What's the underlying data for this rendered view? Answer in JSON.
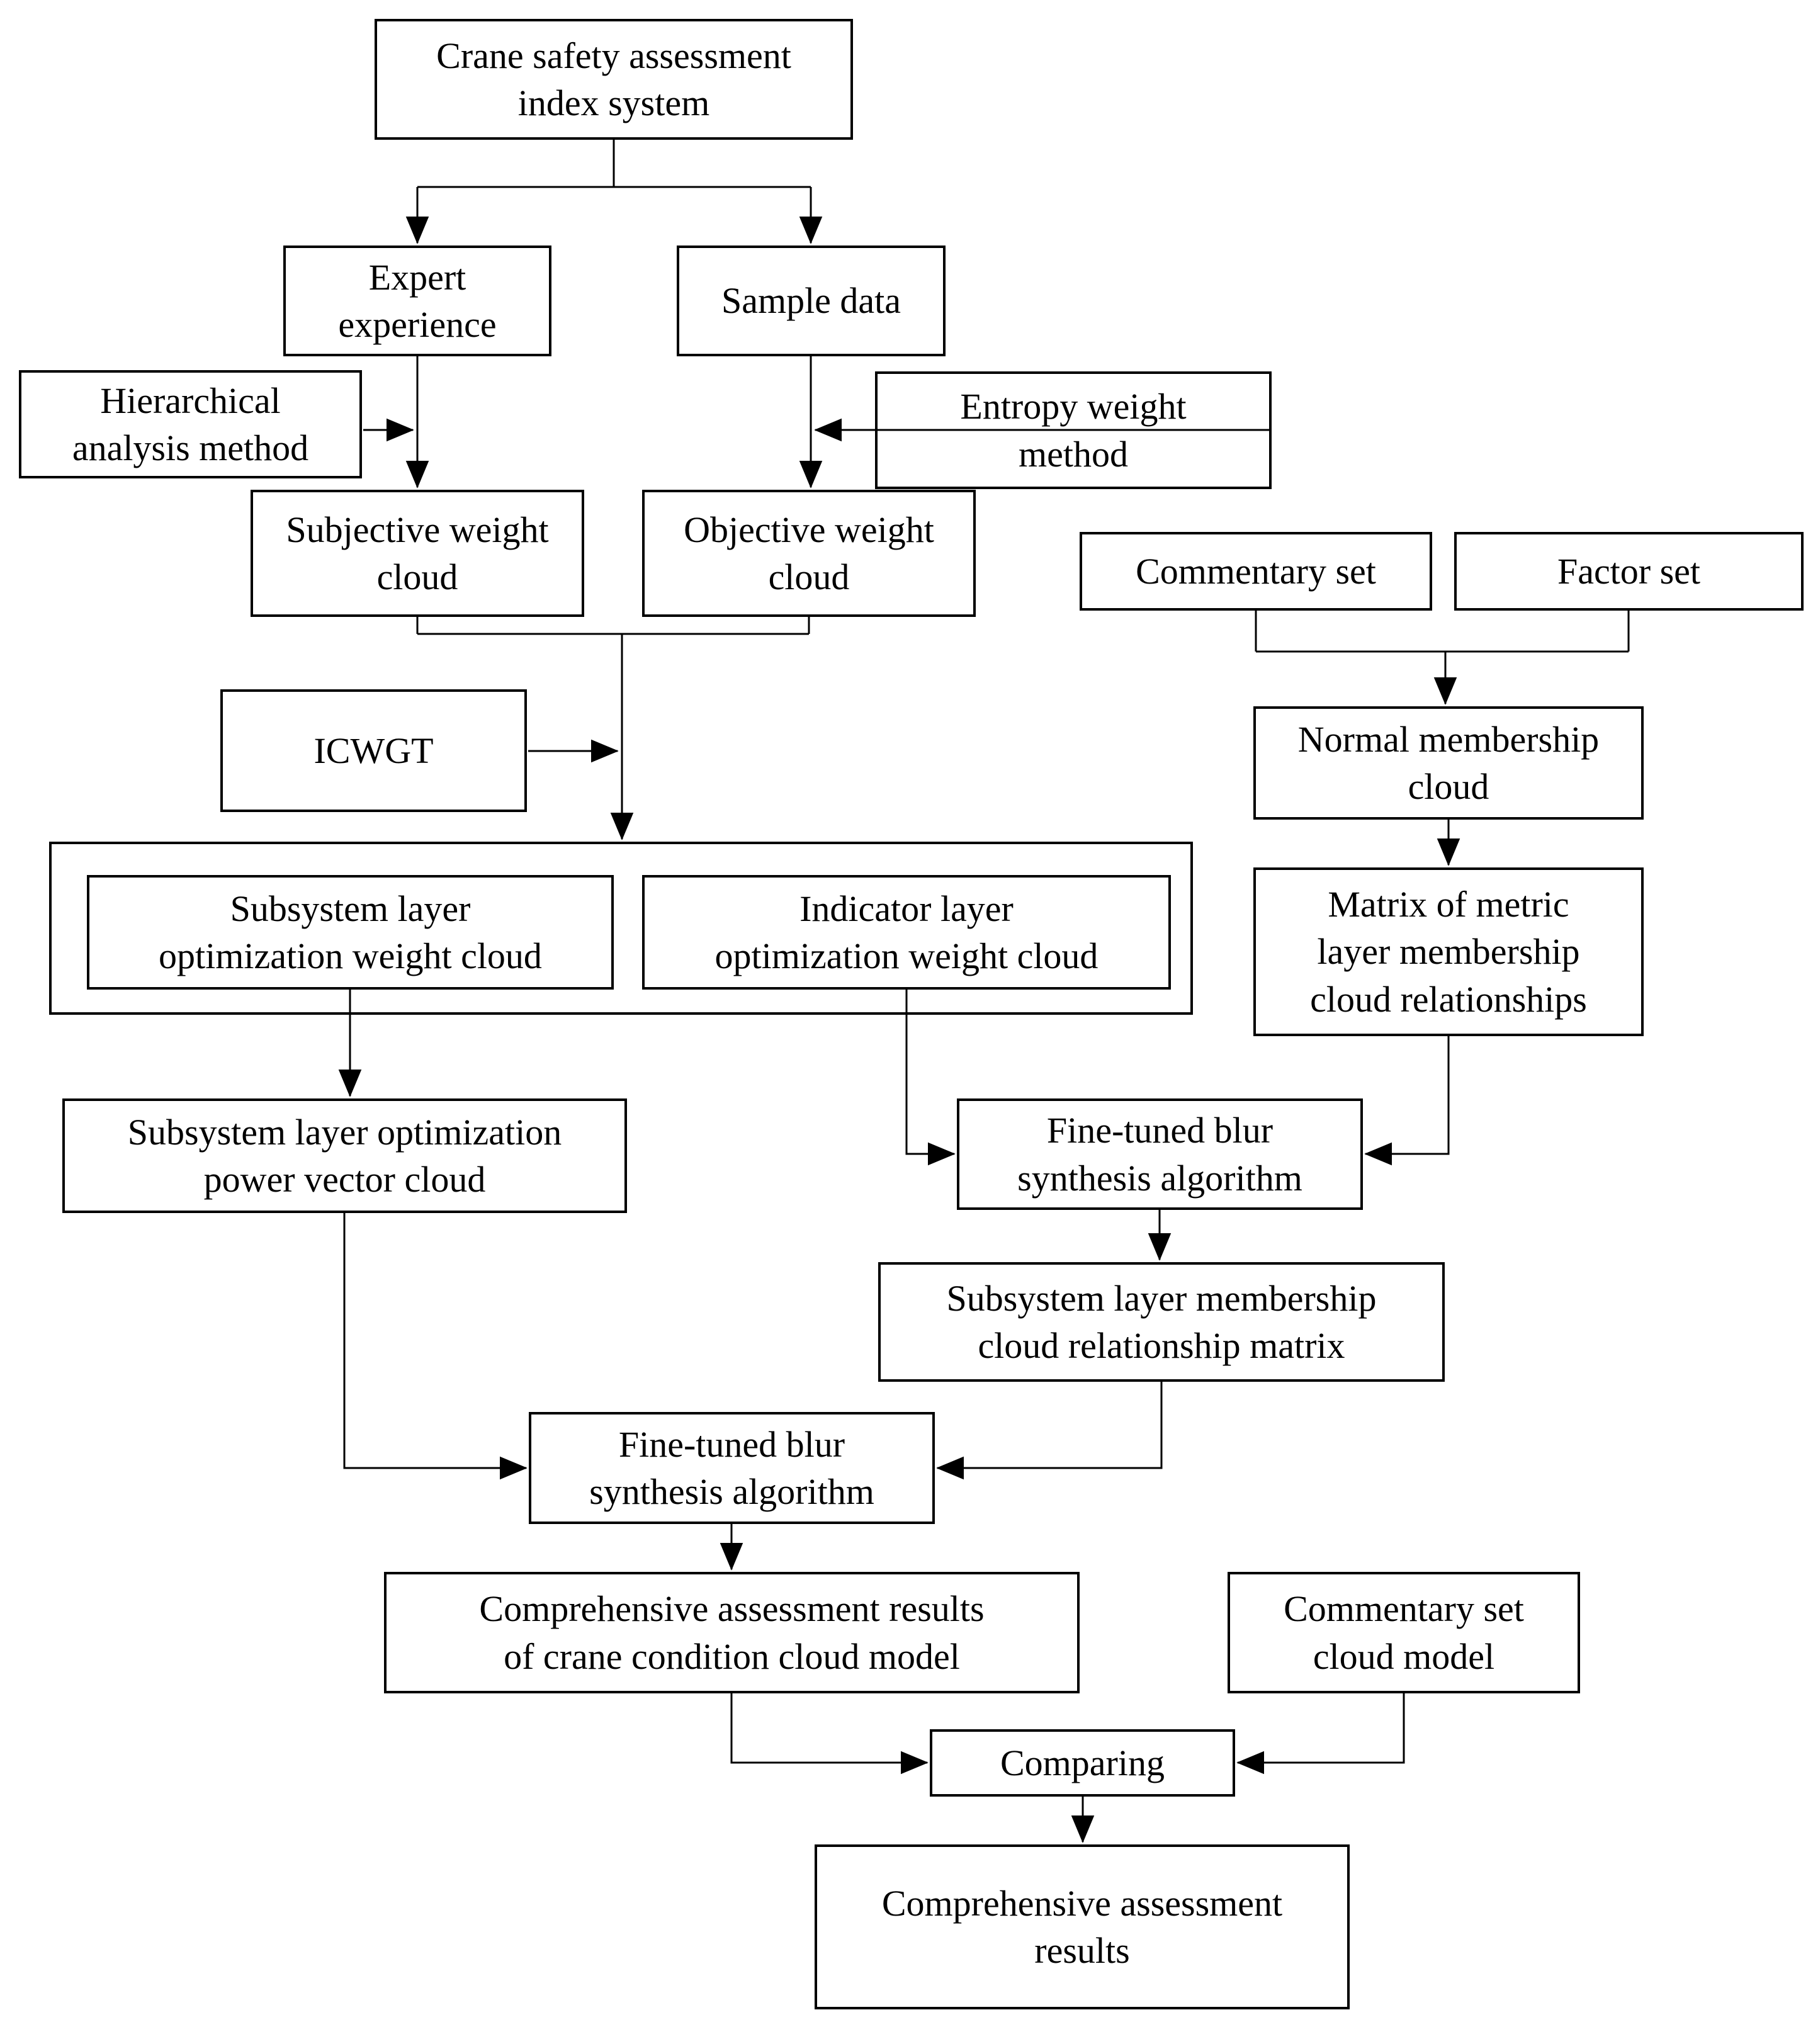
{
  "diagram": {
    "type": "flowchart",
    "background_color": "#ffffff",
    "line_color": "#000000",
    "box_border_color": "#000000",
    "nodes": {
      "crane_index_system": {
        "label": "Crane safety assessment\nindex system"
      },
      "expert_experience": {
        "label": "Expert\nexperience"
      },
      "sample_data": {
        "label": "Sample data"
      },
      "hierarchical_analysis": {
        "label": "Hierarchical\nanalysis method"
      },
      "entropy_weight": {
        "label": "Entropy weight\nmethod"
      },
      "subjective_weight_cloud": {
        "label": "Subjective weight\ncloud"
      },
      "objective_weight_cloud": {
        "label": "Objective weight\ncloud"
      },
      "commentary_set": {
        "label": "Commentary set"
      },
      "factor_set": {
        "label": "Factor set"
      },
      "icwgt": {
        "label": "ICWGT"
      },
      "subsystem_opt_weight_cloud": {
        "label": "Subsystem layer\noptimization weight cloud"
      },
      "indicator_opt_weight_cloud": {
        "label": "Indicator layer\noptimization weight cloud"
      },
      "normal_membership_cloud": {
        "label": "Normal membership\ncloud"
      },
      "matrix_metric_membership": {
        "label": "Matrix of metric\nlayer membership\ncloud relationships"
      },
      "subsystem_power_vector_cloud": {
        "label": "Subsystem layer optimization\npower vector cloud"
      },
      "ftba_right": {
        "label": "Fine-tuned blur\nsynthesis algorithm"
      },
      "subsystem_membership_matrix": {
        "label": "Subsystem layer membership\ncloud relationship matrix"
      },
      "ftba_center": {
        "label": "Fine-tuned blur\nsynthesis algorithm"
      },
      "comprehensive_results_model": {
        "label": "Comprehensive assessment results\nof crane condition cloud model"
      },
      "commentary_cloud_model": {
        "label": "Commentary set\ncloud model"
      },
      "comparing": {
        "label": "Comparing"
      },
      "final_results": {
        "label": "Comprehensive assessment\nresults"
      }
    },
    "edges": [
      {
        "from": "crane_index_system",
        "to": "expert_experience"
      },
      {
        "from": "crane_index_system",
        "to": "sample_data"
      },
      {
        "from": "expert_experience",
        "to": "subjective_weight_cloud"
      },
      {
        "from": "hierarchical_analysis",
        "to": "subjective_weight_cloud"
      },
      {
        "from": "sample_data",
        "to": "objective_weight_cloud"
      },
      {
        "from": "entropy_weight",
        "to": "objective_weight_cloud"
      },
      {
        "from": "subjective_weight_cloud",
        "to": "optimization_weight_group"
      },
      {
        "from": "objective_weight_cloud",
        "to": "optimization_weight_group"
      },
      {
        "from": "icwgt",
        "to": "optimization_weight_group"
      },
      {
        "from": "commentary_set",
        "to": "normal_membership_cloud"
      },
      {
        "from": "factor_set",
        "to": "normal_membership_cloud"
      },
      {
        "from": "normal_membership_cloud",
        "to": "matrix_metric_membership"
      },
      {
        "from": "subsystem_opt_weight_cloud",
        "to": "subsystem_power_vector_cloud"
      },
      {
        "from": "indicator_opt_weight_cloud",
        "to": "ftba_right"
      },
      {
        "from": "matrix_metric_membership",
        "to": "ftba_right"
      },
      {
        "from": "ftba_right",
        "to": "subsystem_membership_matrix"
      },
      {
        "from": "subsystem_power_vector_cloud",
        "to": "ftba_center"
      },
      {
        "from": "subsystem_membership_matrix",
        "to": "ftba_center"
      },
      {
        "from": "ftba_center",
        "to": "comprehensive_results_model"
      },
      {
        "from": "comprehensive_results_model",
        "to": "comparing"
      },
      {
        "from": "commentary_cloud_model",
        "to": "comparing"
      },
      {
        "from": "comparing",
        "to": "final_results"
      }
    ]
  }
}
